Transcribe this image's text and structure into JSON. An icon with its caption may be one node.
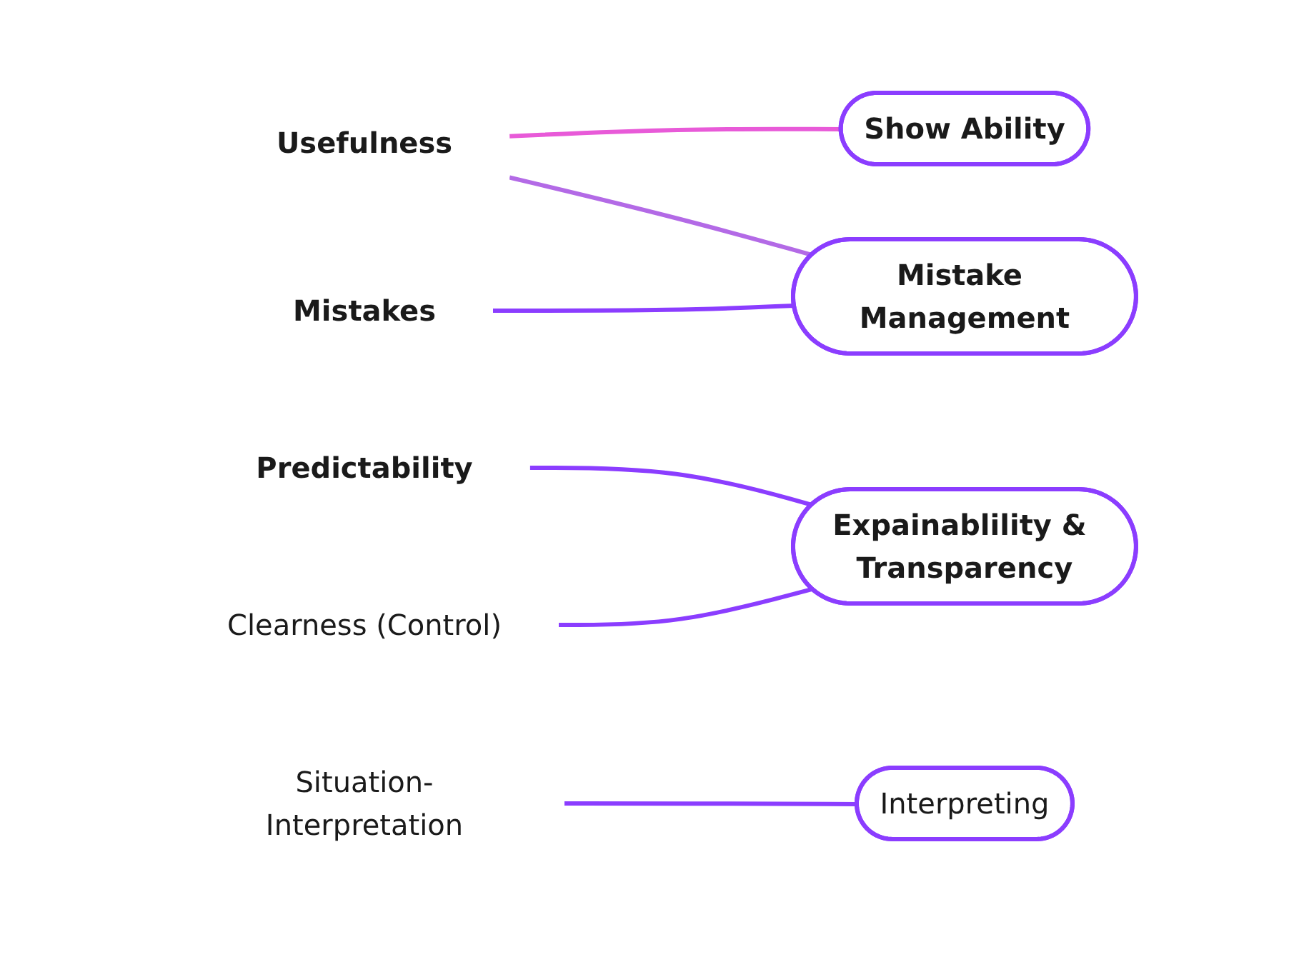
{
  "diagram": {
    "nodes": [
      {
        "text": [
          "Usefulness"
        ]
      },
      {
        "text": [
          "Show Ability"
        ]
      },
      {
        "text": [
          "Mistakes"
        ]
      },
      {
        "text": [
          "Mistake Management"
        ]
      },
      {
        "text": [
          "Predictability"
        ]
      },
      {
        "text": [
          "Expainablility & Transparency"
        ]
      },
      {
        "text": [
          "Clearness (Control)"
        ]
      },
      {
        "text": [
          "Situation-Interpretation"
        ]
      },
      {
        "text": [
          "Interpreting"
        ]
      }
    ],
    "edges": [
      {
        "from": 0,
        "to": 1,
        "arrow": "none",
        "color": "#e85ad8"
      },
      {
        "from": 0,
        "to": 3,
        "arrow": "none",
        "color": "#b36ae6"
      },
      {
        "from": 2,
        "to": 3,
        "arrow": "none"
      },
      {
        "from": 4,
        "to": 5,
        "arrow": "none"
      },
      {
        "from": 6,
        "to": 5,
        "arrow": "none"
      },
      {
        "from": 7,
        "to": 8,
        "arrow": "none"
      }
    ]
  }
}
